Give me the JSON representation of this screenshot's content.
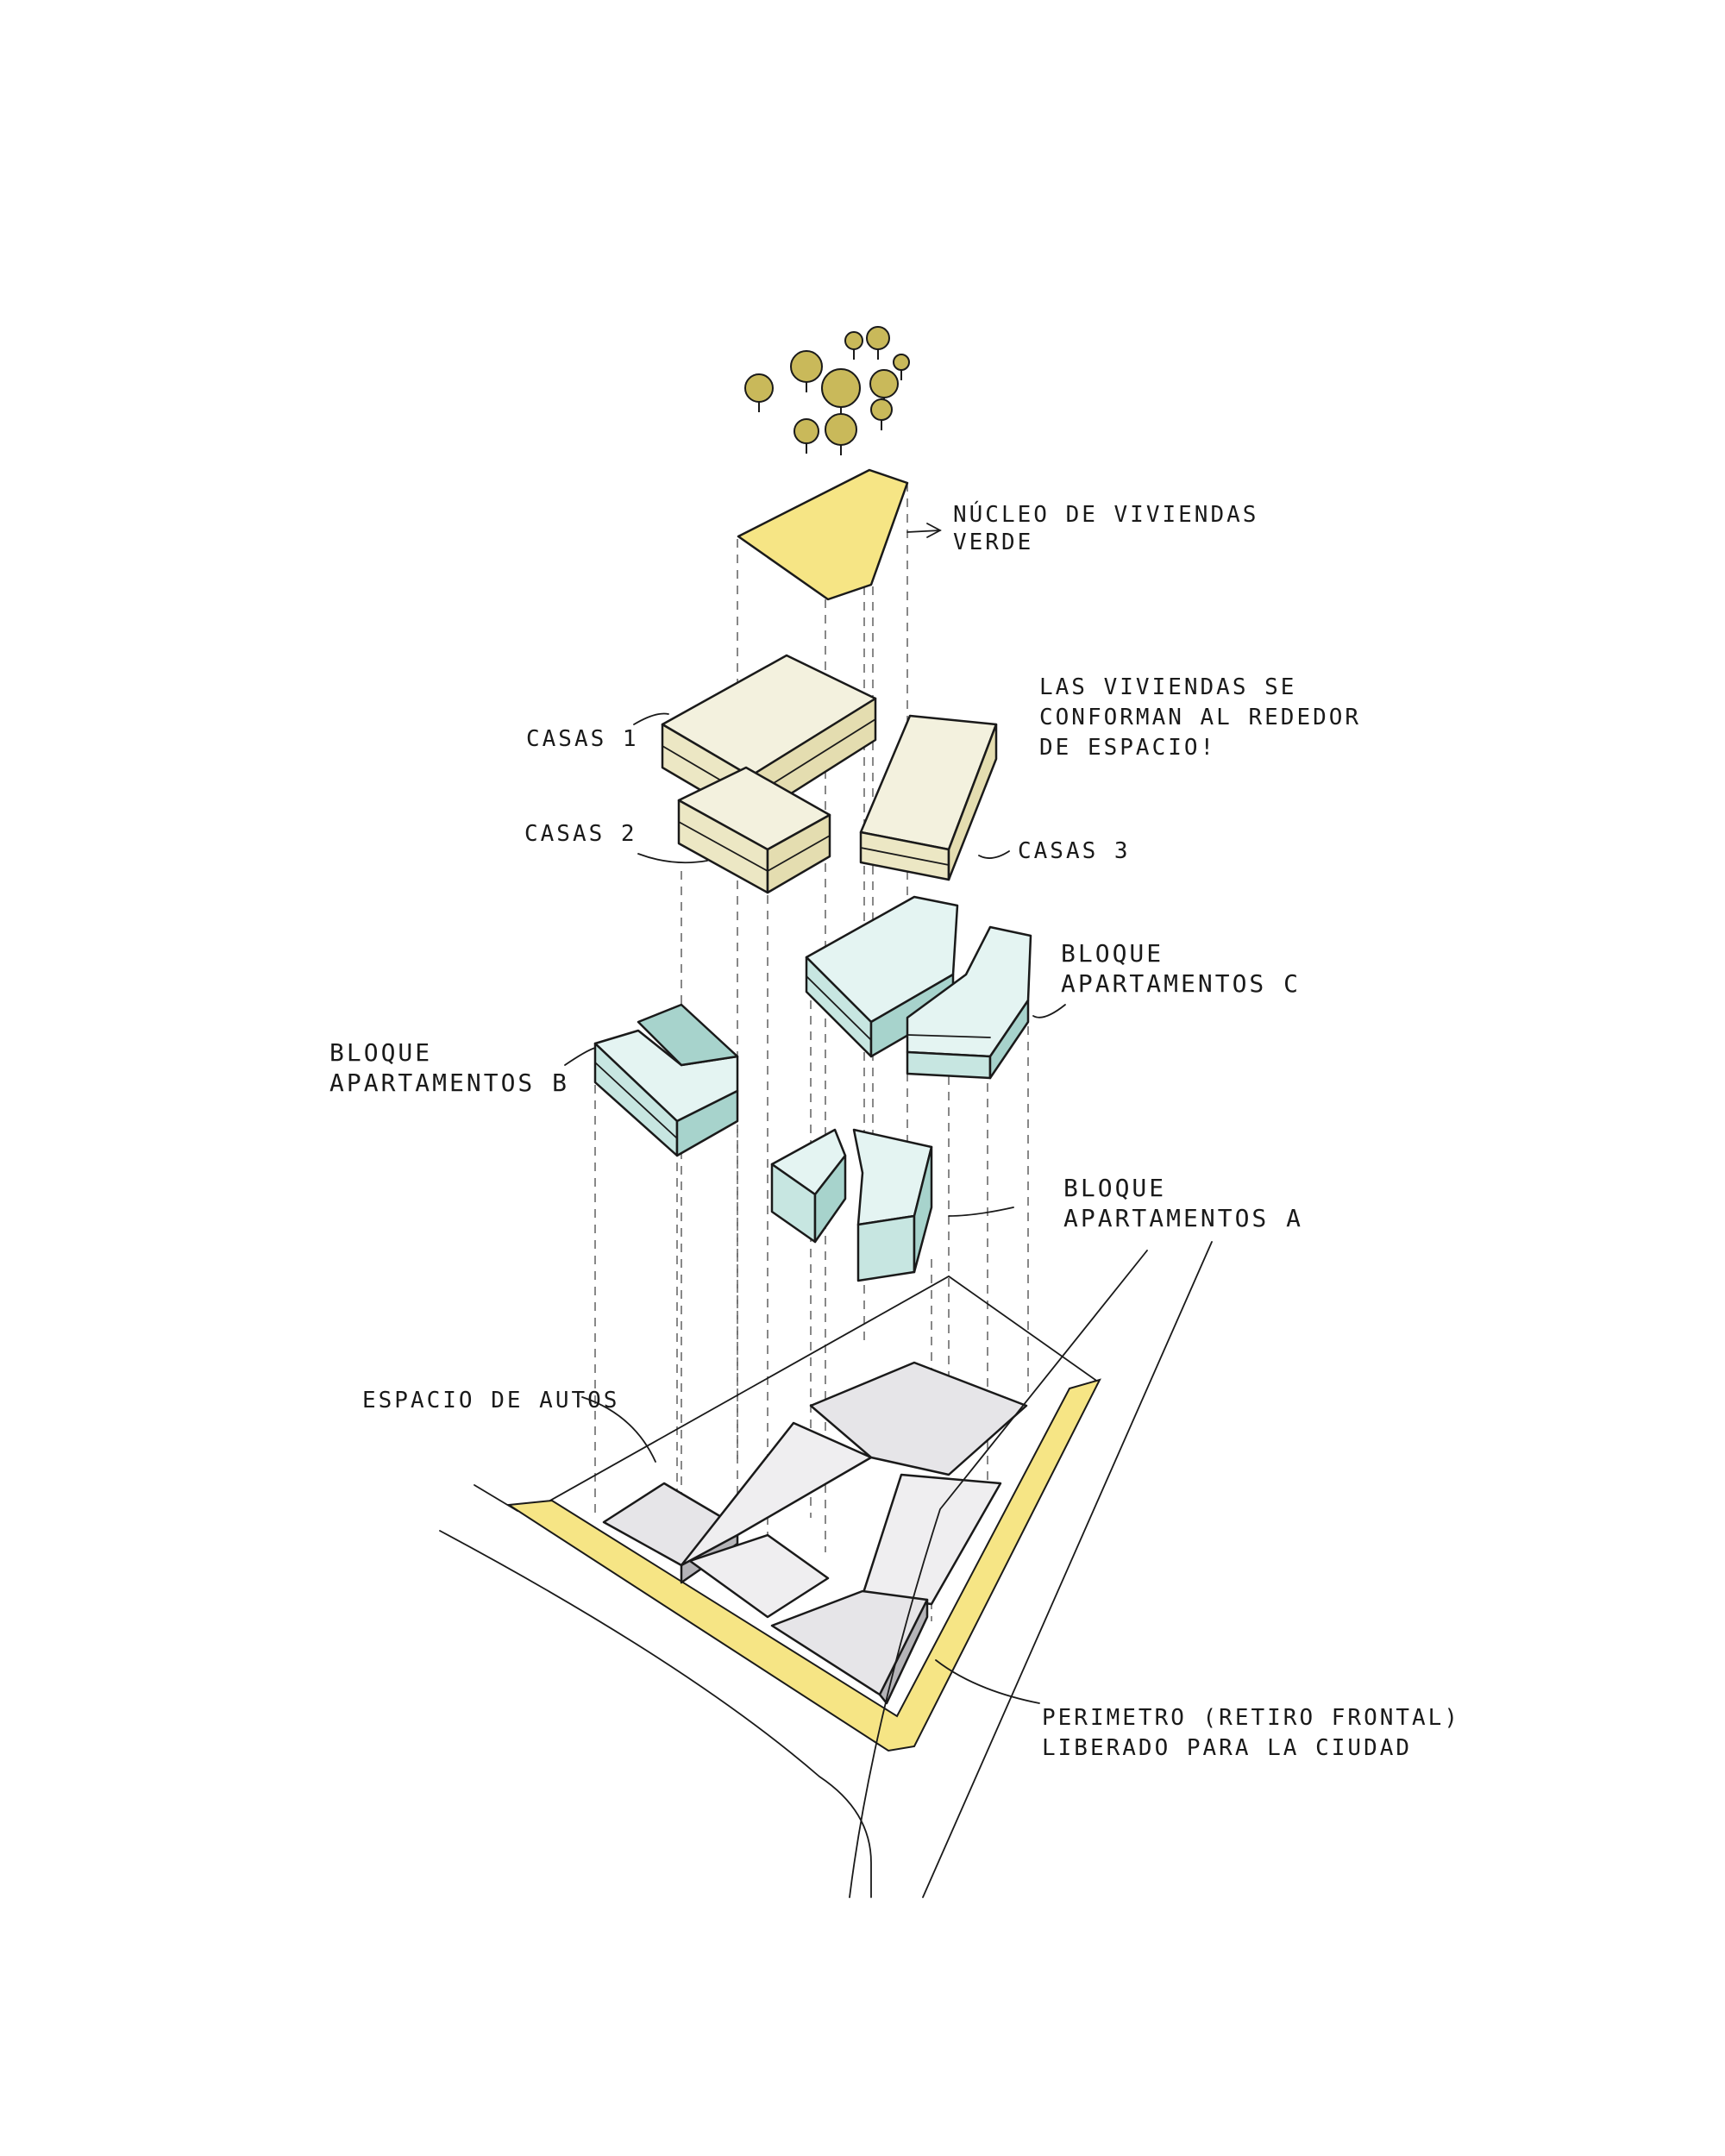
{
  "labels": {
    "nucleo_line1": "Núcleo de viviendas",
    "nucleo_line2": "verde",
    "note_line1": "Las viviendas se",
    "note_line2": "conforman al rededor",
    "note_line3": "de espacio!",
    "casas1": "Casas 1",
    "casas2": "Casas 2",
    "casas3": "Casas 3",
    "bloque_c_line1": "Bloque",
    "bloque_c_line2": "Apartamentos C",
    "bloque_b_line1": "Bloque",
    "bloque_b_line2": "Apartamentos B",
    "bloque_a_line1": "Bloque",
    "bloque_a_line2": "Apartamentos A",
    "autos": "Espacio de Autos",
    "perimetro_line1": "Perimetro (Retiro Frontal)",
    "perimetro_line2": "Liberado para la ciudad"
  },
  "colors": {
    "green_core": "#f6e585",
    "tree_fill": "#c9b95a",
    "houses_top": "#f3f1de",
    "houses_side": "#ece7c4",
    "apartments_top": "#e4f4f2",
    "apartments_side": "#c7e6e1",
    "apartments_dark": "#a7d3cc",
    "parking_top": "#e6e5e8",
    "parking_side": "#b5b4b8",
    "perimeter": "#f6e585"
  }
}
